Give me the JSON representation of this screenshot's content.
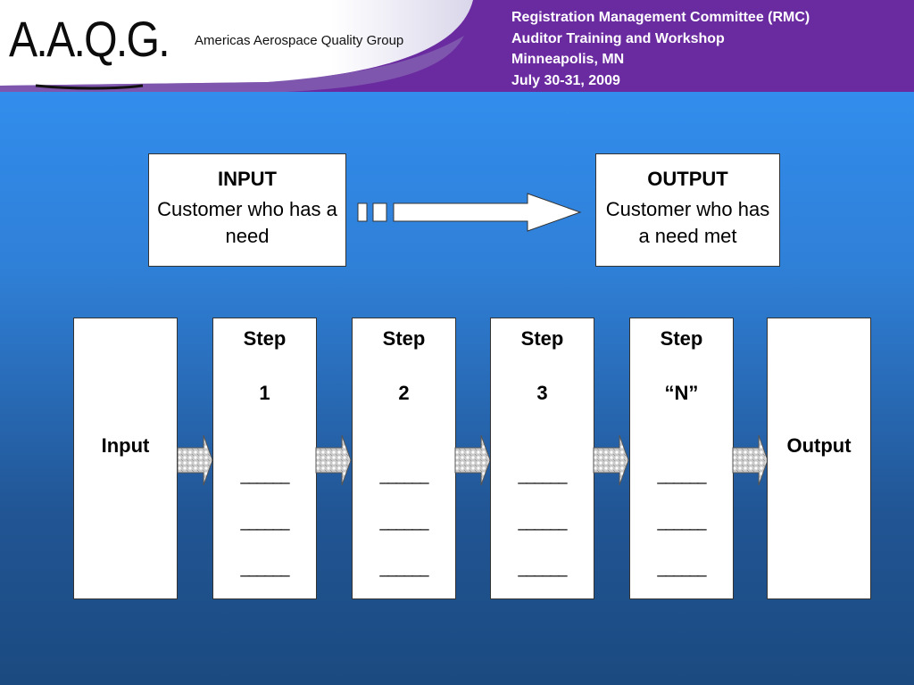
{
  "header": {
    "logo_mark": "A.A.Q.G.",
    "logo_tagline": "Americas Aerospace Quality Group",
    "event_lines": [
      "Registration Management Committee (RMC)",
      "Auditor Training and Workshop",
      "Minneapolis, MN",
      "July 30-31, 2009"
    ]
  },
  "top": {
    "input_title": "INPUT",
    "input_desc": "Customer who has a need",
    "output_title": "OUTPUT",
    "output_desc": "Customer who has a need met"
  },
  "process": {
    "input_label": "Input",
    "output_label": "Output",
    "step_word": "Step",
    "blank_line": "______",
    "steps": [
      {
        "word": "Step",
        "num": "1"
      },
      {
        "word": "Step",
        "num": "2"
      },
      {
        "word": "Step",
        "num": "3"
      },
      {
        "word": "Step",
        "num": "“N”"
      }
    ]
  },
  "colors": {
    "header_purple": "#6a2aa0",
    "header_wave": "#ffffff",
    "background_top": "#3394f8",
    "background_bottom": "#1b4a80"
  }
}
